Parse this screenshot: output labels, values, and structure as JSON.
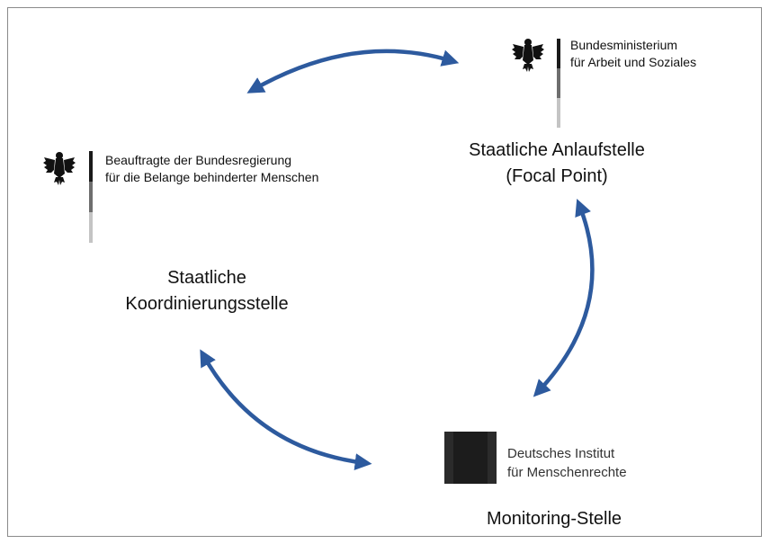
{
  "colors": {
    "arrow": "#2d5a9e",
    "frame": "#8a8a8a",
    "flag_black": "#1a1a1a",
    "flag_dark_grey": "#6e6e6e",
    "flag_light_grey": "#c4c4c4",
    "dimm_logo": "#2b2b2b"
  },
  "nodes": {
    "focal_point": {
      "org_line1": "Bundesministerium",
      "org_line2": "für Arbeit und Soziales",
      "label_line1": "Staatliche Anlaufstelle",
      "label_line2": "(Focal Point)",
      "logo": "federal-eagle-icon"
    },
    "coordination": {
      "org_line1": "Beauftragte der Bundesregierung",
      "org_line2": "für die Belange behinderter Menschen",
      "label_line1": "Staatliche",
      "label_line2": "Koordinierungsstelle",
      "logo": "federal-eagle-icon"
    },
    "monitoring": {
      "org_line1": "Deutsches Institut",
      "org_line2": "für Menschenrechte",
      "label": "Monitoring-Stelle",
      "logo": "dimm-logo-icon"
    }
  },
  "connections": [
    {
      "from": "coordination",
      "to": "focal_point",
      "bidirectional": true
    },
    {
      "from": "focal_point",
      "to": "monitoring",
      "bidirectional": true
    },
    {
      "from": "monitoring",
      "to": "coordination",
      "bidirectional": true
    }
  ]
}
